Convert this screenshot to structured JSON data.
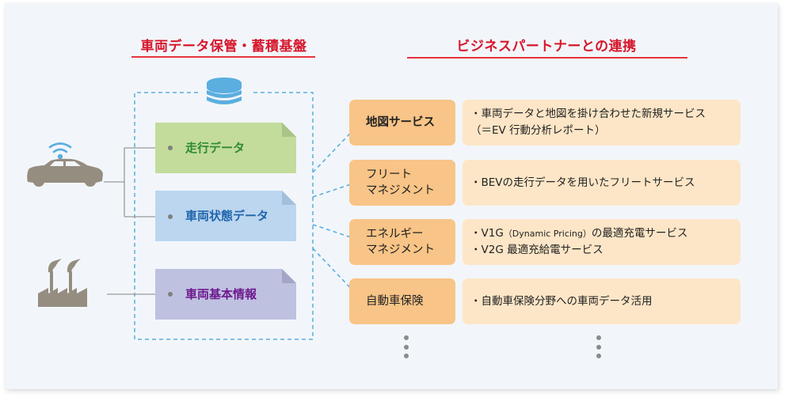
{
  "headings": {
    "left": "車両データ保管・蓄積基盤",
    "right": "ビジネスパートナーとの連携"
  },
  "colors": {
    "heading_red": "#d7162b",
    "background": "#f2f6fa",
    "dashed_blue": "#5aaee0",
    "icon_gray": "#958d80",
    "service_name_bg": "#f8c487",
    "service_desc_bg": "#fde6c7"
  },
  "sources": [
    {
      "name": "car",
      "icon": "car-with-wifi-icon"
    },
    {
      "name": "factory",
      "icon": "factory-icon"
    }
  ],
  "storage_icon": "database-icon",
  "data_notes": [
    {
      "label": "走行データ",
      "fill": "#c3dc9c",
      "fold": "#a9c486",
      "text_color": "#2e8a32"
    },
    {
      "label": "車両状態データ",
      "fill": "#bcd6ef",
      "fold": "#a3bfdb",
      "text_color": "#1f64ad"
    },
    {
      "label": "車両基本情報",
      "fill": "#bfc1e1",
      "fold": "#a3a4c8",
      "text_color": "#6d1a8d"
    }
  ],
  "services": [
    {
      "name": "地図サービス",
      "bold": true,
      "desc": [
        "・車両データと地図を掛け合わせた新規サービス",
        "（＝EV 行動分析レポート）"
      ]
    },
    {
      "name": "フリート\nマネジメント",
      "bold": false,
      "desc": [
        "・BEVの走行データを用いたフリートサービス"
      ]
    },
    {
      "name": "エネルギー\nマネジメント",
      "bold": false,
      "desc_rich": {
        "prefix": "・V1G",
        "sub": "（Dynamic Pricing）",
        "suffix": "の最適充電サービス"
      },
      "desc": [
        "",
        "・V2G 最適充給電サービス"
      ]
    },
    {
      "name": "自動車保険",
      "bold": false,
      "desc": [
        "・自動車保険分野への車両データ活用"
      ]
    }
  ],
  "continuation": "more-items-ellipsis"
}
